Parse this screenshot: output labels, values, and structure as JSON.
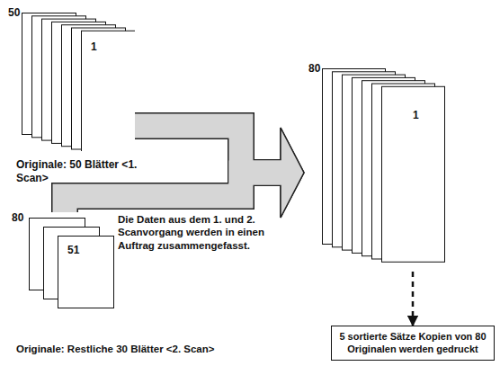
{
  "diagram": {
    "nodes": [
      {
        "text": [
          "50",
          "1"
        ]
      },
      {
        "text": [
          "80",
          "51"
        ]
      },
      {
        "text": [
          "80",
          "1"
        ]
      },
      {
        "text": [
          "5 sortierte Sätze Kopien von 80 Originalen werden gedruckt"
        ]
      }
    ],
    "edges": [
      {
        "from": 0,
        "to": 2,
        "arrow": "to"
      },
      {
        "from": 1,
        "to": 2,
        "arrow": "to"
      },
      {
        "from": 2,
        "to": 3,
        "arrow": "to"
      }
    ],
    "labels": [
      "Originale: 50 Blätter <1. Scan>",
      "Die Daten aus dem 1. und 2. Scanvorgang werden in einen Auftrag zusammengefasst.",
      "Originale: Restliche 30 Blätter <2. Scan>"
    ]
  }
}
